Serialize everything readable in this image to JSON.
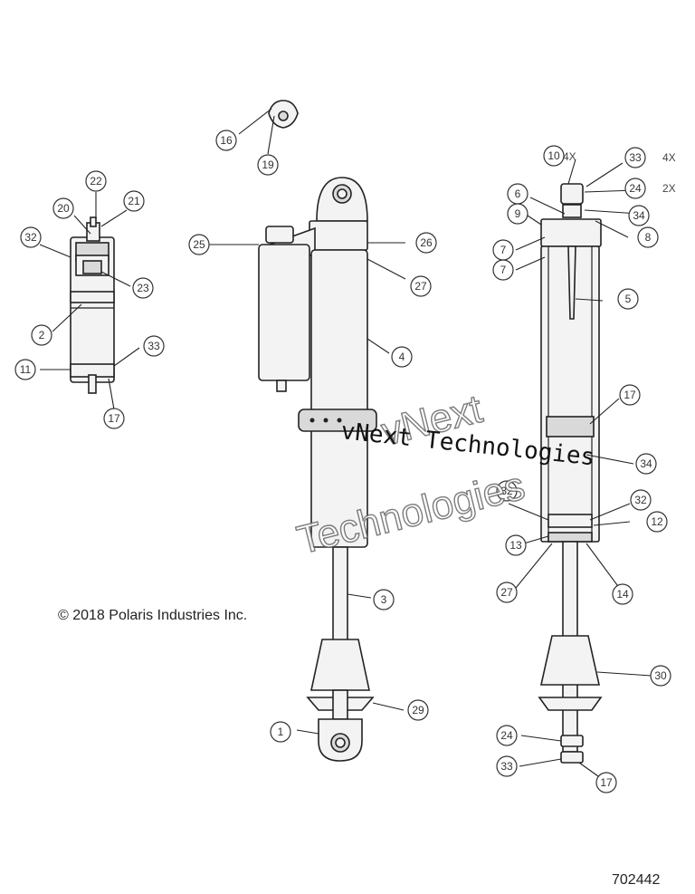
{
  "copyright": "© 2018 Polaris Industries Inc.",
  "diagram_id": "702442",
  "watermark": {
    "line_a": "vNext",
    "line_b": "Technologies",
    "overlay": "vNext Technologies"
  },
  "quantities": [
    "4X",
    "4X",
    "2X"
  ],
  "callouts": [
    "16",
    "19",
    "22",
    "21",
    "20",
    "32",
    "23",
    "2",
    "33",
    "11",
    "17",
    "25",
    "26",
    "27",
    "4",
    "10",
    "33",
    "24",
    "6",
    "34",
    "9",
    "8",
    "7",
    "7",
    "5",
    "17",
    "34",
    "32",
    "32",
    "12",
    "13",
    "27",
    "14",
    "30",
    "24",
    "33",
    "17",
    "3",
    "29",
    "1"
  ]
}
